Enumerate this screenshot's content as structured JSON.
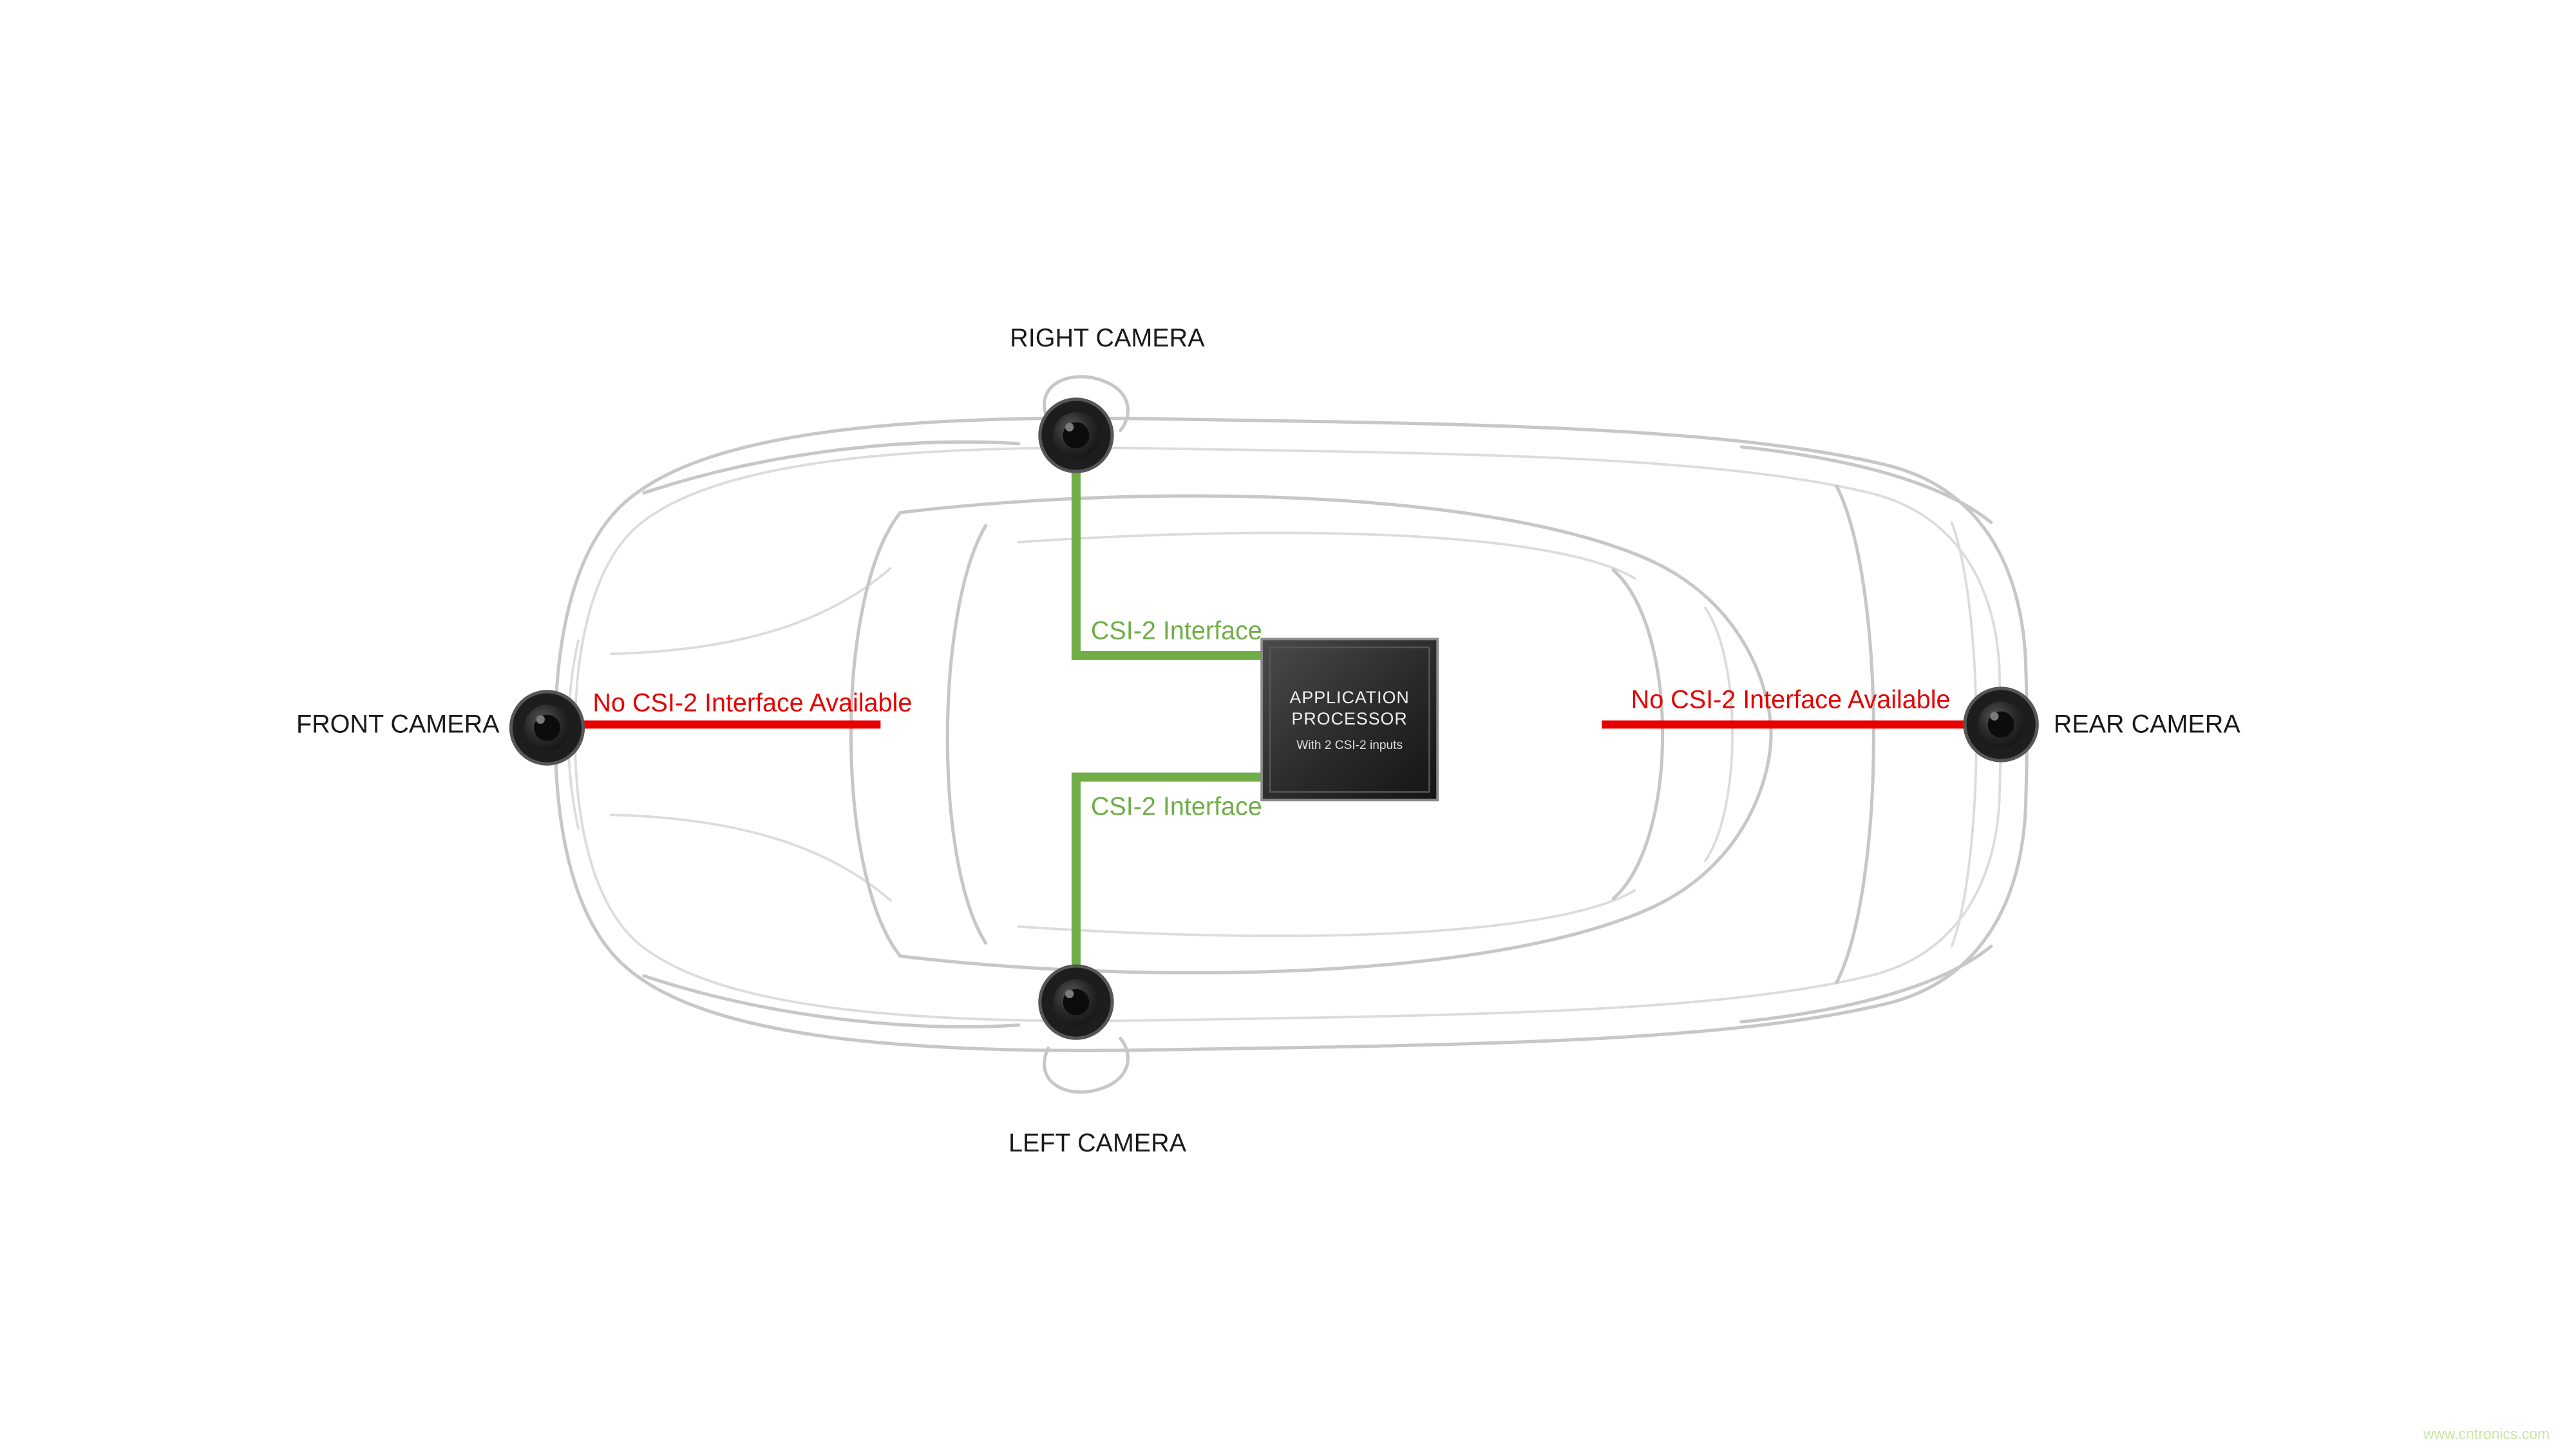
{
  "labels": {
    "front_camera": "FRONT CAMERA",
    "rear_camera": "REAR CAMERA",
    "left_camera": "LEFT CAMERA",
    "right_camera": "RIGHT CAMERA"
  },
  "connections": {
    "csi2_top": "CSI-2 Interface",
    "csi2_bottom": "CSI-2 Interface",
    "no_csi2_front": "No CSI-2 Interface Available",
    "no_csi2_rear": "No CSI-2 Interface Available"
  },
  "processor": {
    "line1": "APPLICATION",
    "line2": "PROCESSOR",
    "subtitle": "With 2 CSI-2 inputs"
  },
  "watermark": "www.cntronics.com",
  "colors": {
    "csi2_green": "#70ad47",
    "no_csi2_red": "#e60000",
    "car_outline": "#c7c7c7",
    "processor_fill": "#1a1a1a",
    "label_text": "#1a1a1a",
    "watermark_green": "#c9e6a2"
  }
}
